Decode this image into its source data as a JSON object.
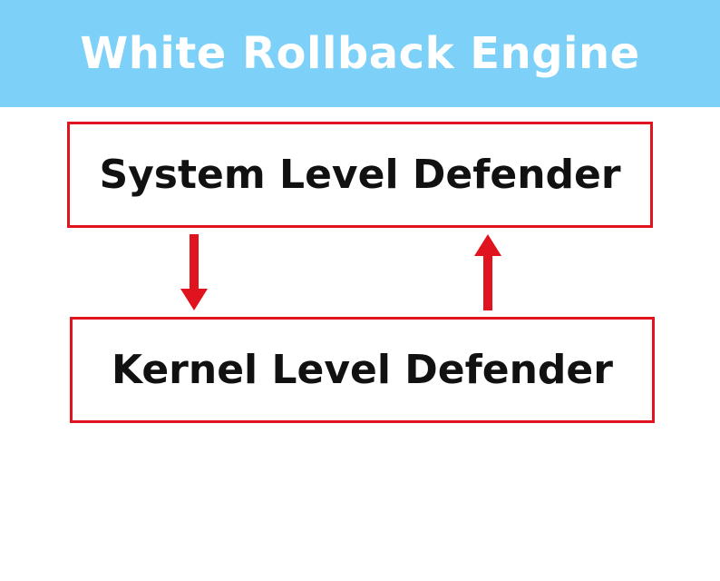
{
  "banner": {
    "title": "White Rollback Engine"
  },
  "diagram": {
    "top_box_label": "System Level Defender",
    "bottom_box_label": "Kernel Level Defender",
    "arrows": [
      {
        "direction": "down",
        "from": "System Level Defender",
        "to": "Kernel Level Defender"
      },
      {
        "direction": "up",
        "from": "Kernel Level Defender",
        "to": "System Level Defender"
      }
    ]
  },
  "colors": {
    "banner_background": "#7dd0f7",
    "banner_text": "#ffffff",
    "box_border": "#e0141e",
    "arrow": "#e0141e",
    "box_text": "#111111"
  }
}
